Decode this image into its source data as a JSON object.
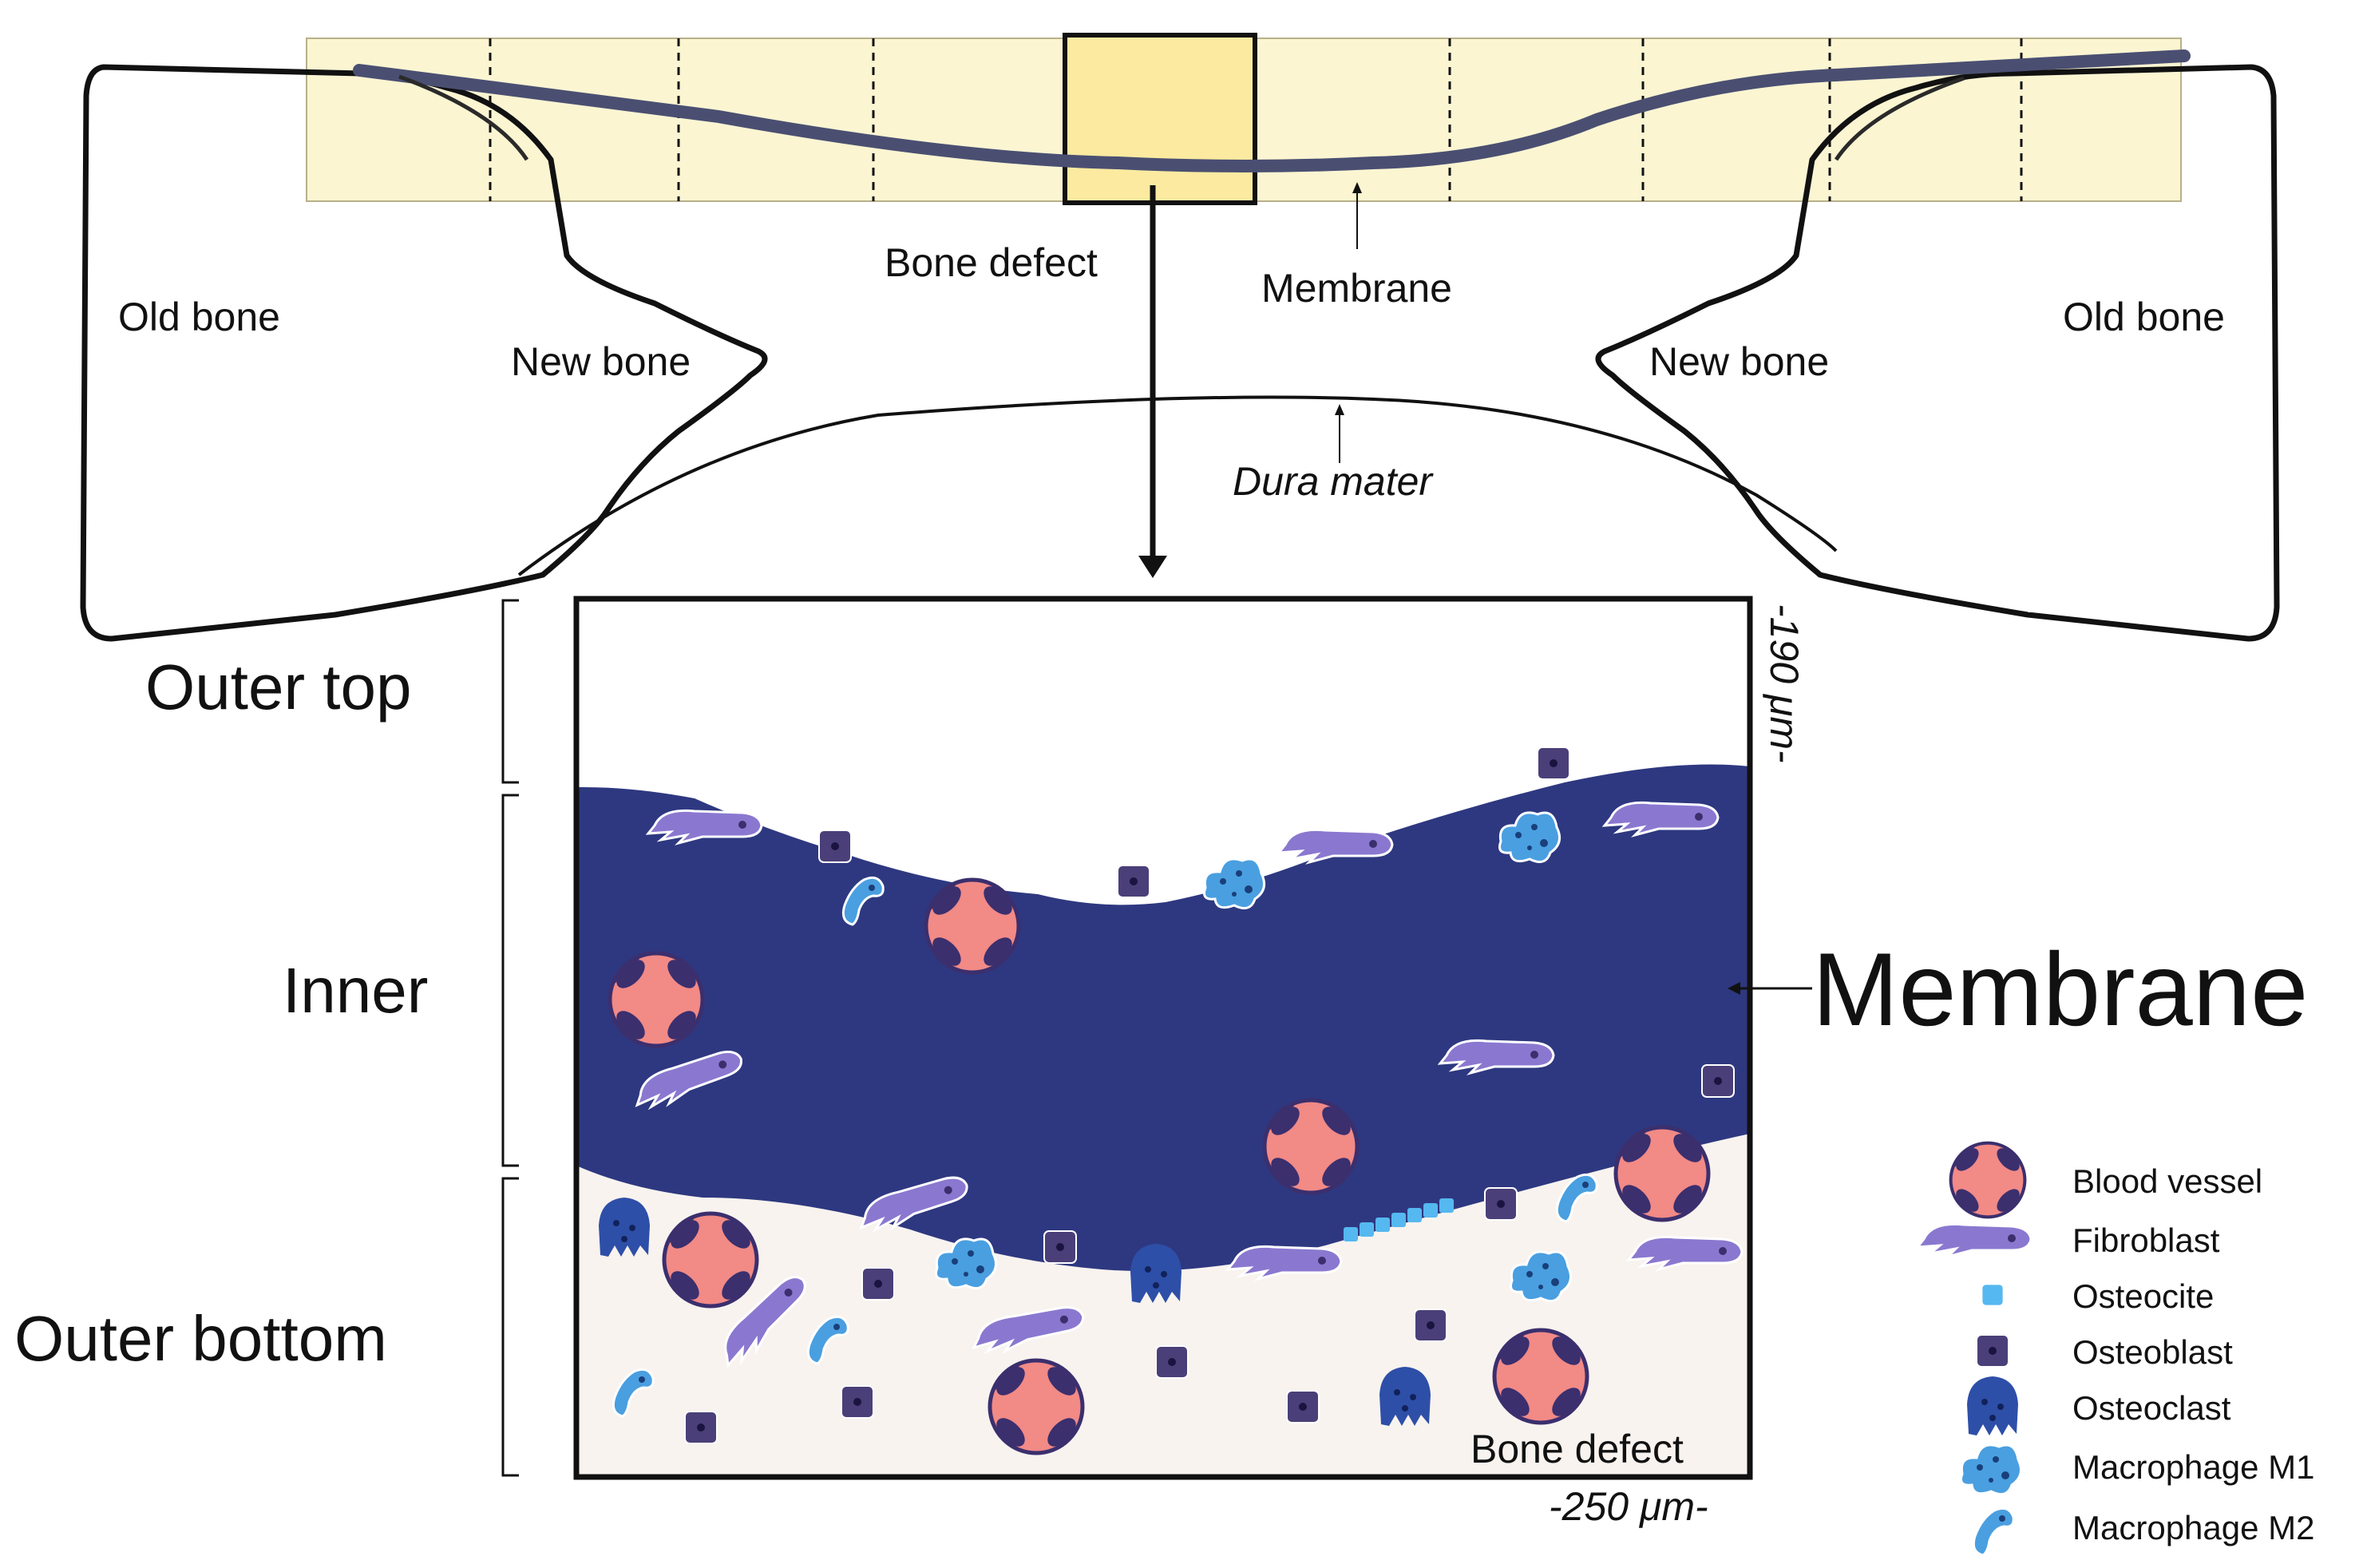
{
  "labels": {
    "old_bone_left": "Old bone",
    "old_bone_right": "Old bone",
    "new_bone_left": "New bone",
    "new_bone_right": "New bone",
    "bone_defect_top": "Bone defect",
    "membrane_top": "Membrane",
    "dura_mater": "Dura mater",
    "outer_top": "Outer top",
    "inner": "Inner",
    "outer_bottom": "Outer bottom",
    "membrane_big": "Membrane",
    "bone_defect_inset": "Bone defect",
    "scale_vertical": "-190 μm-",
    "scale_horizontal": "-250 μm-"
  },
  "legend": [
    {
      "label": "Blood vessel",
      "icon": "blood-vessel-icon"
    },
    {
      "label": "Fibroblast",
      "icon": "fibroblast-icon"
    },
    {
      "label": "Osteocite",
      "icon": "osteocyte-icon"
    },
    {
      "label": "Osteoblast",
      "icon": "osteoblast-icon"
    },
    {
      "label": "Osteoclast",
      "icon": "osteoclast-icon"
    },
    {
      "label": "Macrophage M1",
      "icon": "macrophage-m1-icon"
    },
    {
      "label": "Macrophage M2",
      "icon": "macrophage-m2-icon"
    }
  ],
  "colors": {
    "membrane": "#2e3880",
    "top_strip": "#fbf5d2",
    "zoom_box": "#fbeaa0",
    "bone_defect_bg": "#f8f3ef",
    "vessel_fill": "#f28a86",
    "vessel_ring": "#3b2f6e",
    "fibroblast": "#8a78d0",
    "osteocyte": "#55b8f0",
    "osteoblast": "#4a3f78",
    "osteoclast": "#2e4fa8",
    "macrophage": "#4a9fe0"
  }
}
